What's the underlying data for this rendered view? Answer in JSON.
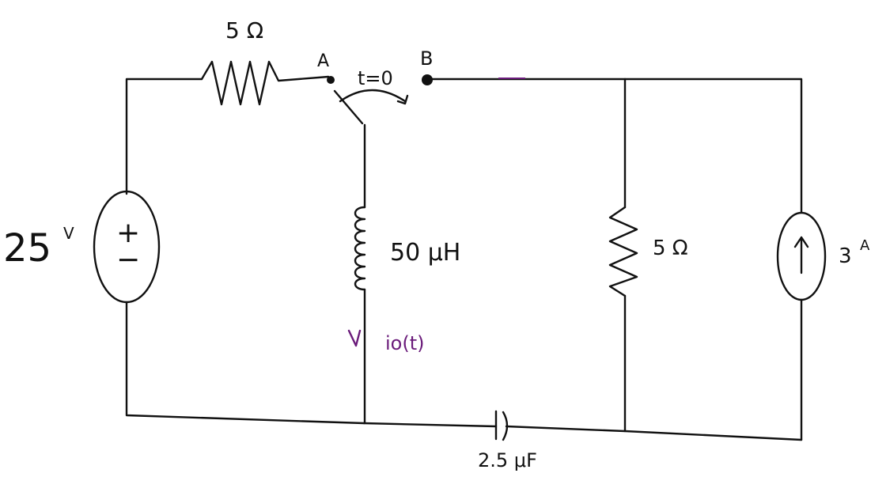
{
  "labels": {
    "r1": "5 Ω",
    "node_a": "A",
    "node_b": "B",
    "switch_time": "t=0",
    "voltage_value": "25",
    "voltage_unit": "V",
    "source_plus": "+",
    "source_minus": "−",
    "inductor": "50 μH",
    "current_label": "io(t)",
    "r2": "5 Ω",
    "current_value": "3",
    "current_unit": "A",
    "capacitor": "2.5 μF"
  },
  "colors": {
    "ink": "#111111",
    "annotation": "#6a1b7a"
  }
}
